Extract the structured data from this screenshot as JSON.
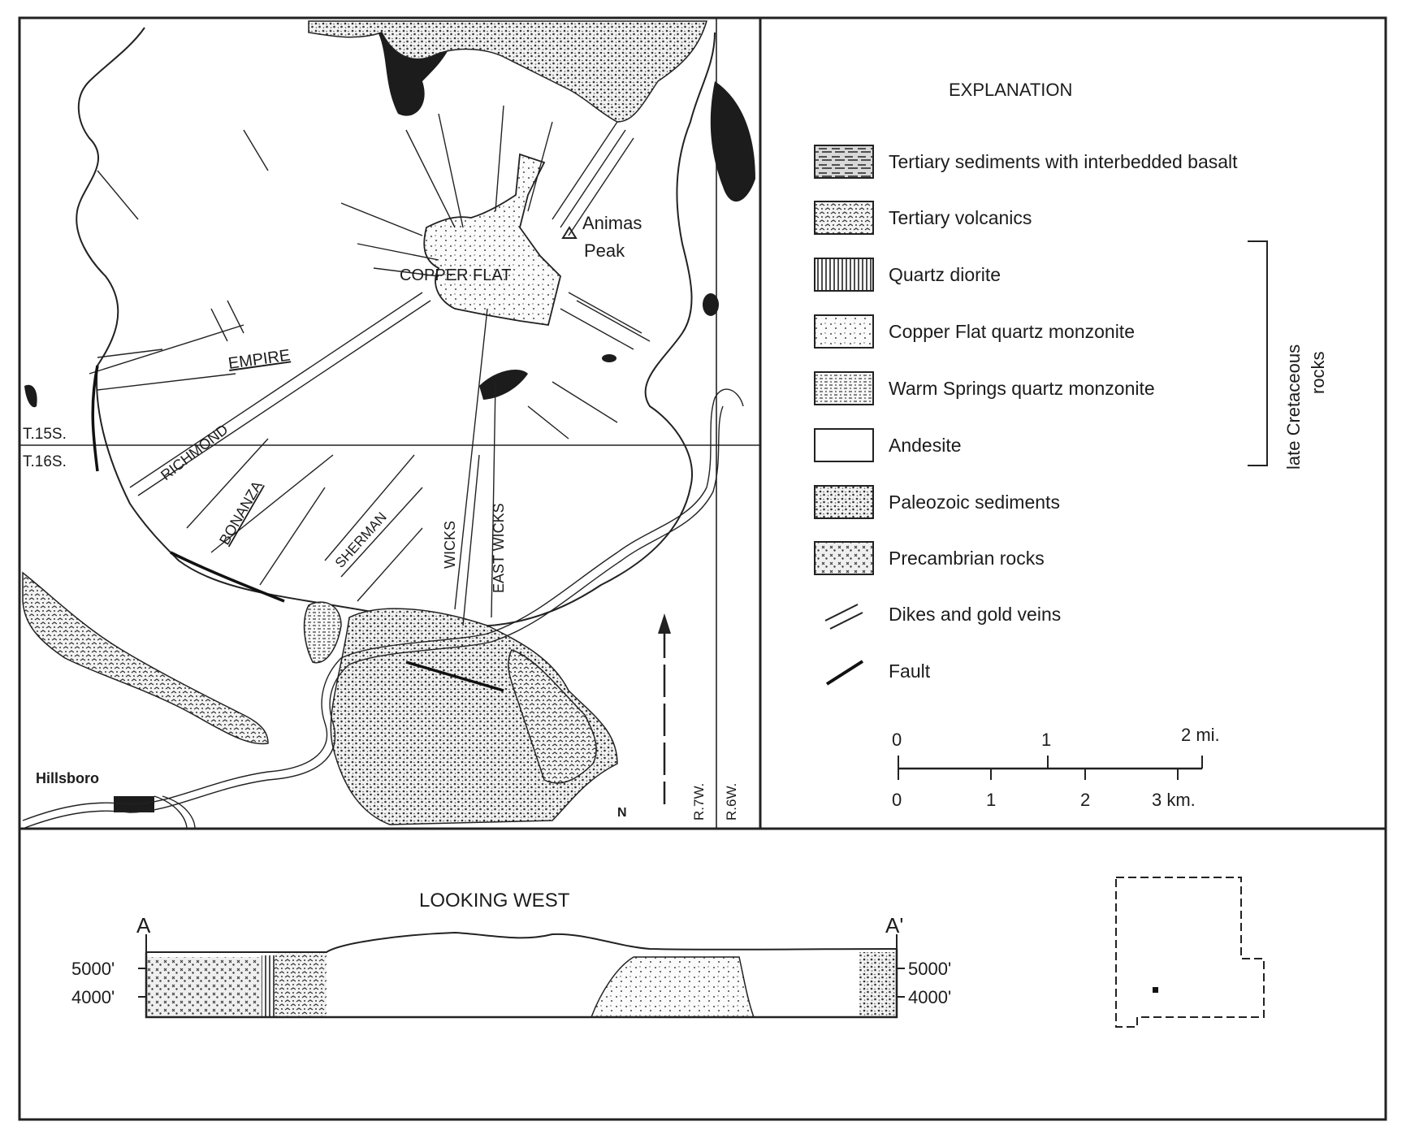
{
  "map": {
    "places": {
      "copper_flat": "COPPER FLAT",
      "animas_peak_line1": "Animas",
      "animas_peak_line2": "Peak",
      "hillsboro": "Hillsboro"
    },
    "veins": {
      "empire": "EMPIRE",
      "richmond": "RICHMOND",
      "bonanza": "BONANZA",
      "sherman": "SHERMAN",
      "wicks": "WICKS",
      "east_wicks": "EAST WICKS"
    },
    "townships": {
      "t15s": "T.15S.",
      "t16s": "T.16S."
    },
    "ranges": {
      "r7w": "R.7W.",
      "r6w": "R.6W."
    },
    "north_arrow": "N"
  },
  "legend": {
    "title": "EXPLANATION",
    "items": [
      {
        "label": "Tertiary sediments with interbedded basalt",
        "icon": "sediment-basalt-pattern"
      },
      {
        "label": "Tertiary volcanics",
        "icon": "volcanics-pattern"
      },
      {
        "label": "Quartz diorite",
        "icon": "vertical-hatch-pattern"
      },
      {
        "label": "Copper Flat quartz monzonite",
        "icon": "sparse-stipple-pattern"
      },
      {
        "label": "Warm Springs quartz monzonite",
        "icon": "dash-stipple-pattern"
      },
      {
        "label": "Andesite",
        "icon": "blank-pattern"
      },
      {
        "label": "Paleozoic sediments",
        "icon": "dense-stipple-pattern"
      },
      {
        "label": "Precambrian rocks",
        "icon": "cross-stipple-pattern"
      },
      {
        "label": "Dikes and gold veins",
        "icon": "double-line-symbol"
      },
      {
        "label": "Fault",
        "icon": "heavy-line-symbol"
      }
    ],
    "bracket_label_line1": "late Cretaceous",
    "bracket_label_line2": "rocks"
  },
  "scale_bar": {
    "miles": [
      "0",
      "1",
      "2 mi."
    ],
    "km": [
      "0",
      "1",
      "2",
      "3 km."
    ]
  },
  "cross_section": {
    "title": "LOOKING WEST",
    "left_end": "A",
    "right_end": "A'",
    "elev_5000": "5000'",
    "elev_4000": "4000'"
  }
}
